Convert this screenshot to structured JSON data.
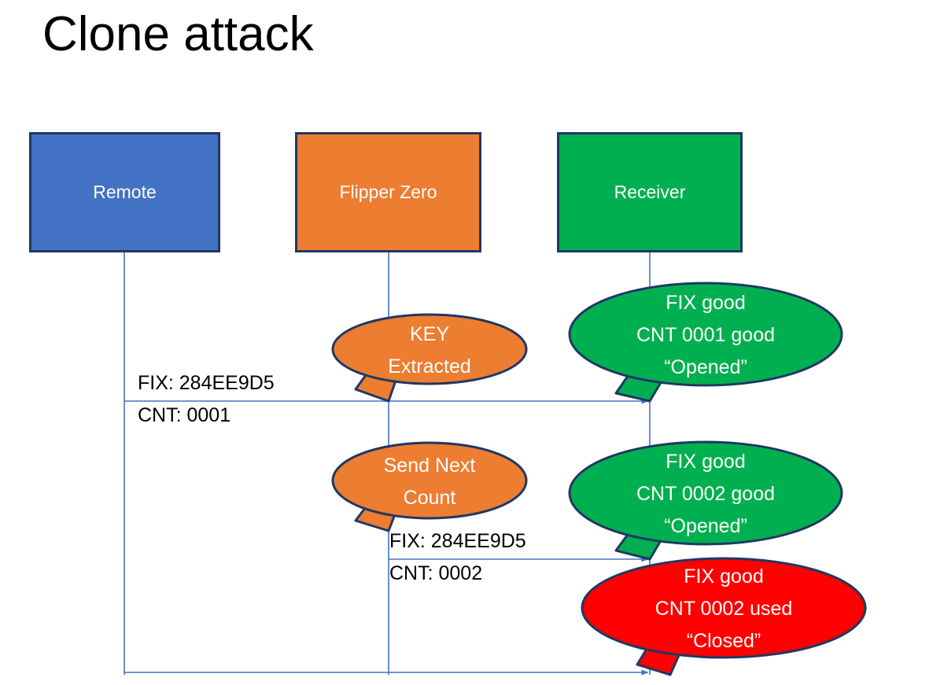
{
  "slide": {
    "title": "Clone attack",
    "background_color": "#ffffff"
  },
  "colors": {
    "remote_fill": "#4472c4",
    "flipper_fill": "#ed7d31",
    "receiver_fill": "#00b050",
    "alert_fill": "#ff0000",
    "shape_outline": "#1f3864",
    "lifeline": "#4472c4",
    "arrow": "#4472c4",
    "text_dark": "#000000",
    "text_light": "#ffffff"
  },
  "actors": [
    {
      "id": "remote",
      "label": "Remote",
      "fill": "#4472c4"
    },
    {
      "id": "flipper",
      "label": "Flipper Zero",
      "fill": "#ed7d31"
    },
    {
      "id": "receiver",
      "label": "Receiver",
      "fill": "#00b050"
    }
  ],
  "messages": [
    {
      "id": "msg-1",
      "from": "remote",
      "to": "receiver",
      "line1": "FIX: 284EE9D5",
      "line2": "CNT: 0001"
    },
    {
      "id": "msg-2",
      "from": "flipper",
      "to": "receiver",
      "line1": "FIX: 284EE9D5",
      "line2": "CNT: 0002"
    },
    {
      "id": "msg-3",
      "from": "remote",
      "to": "receiver",
      "line1": "",
      "line2": ""
    }
  ],
  "callouts": [
    {
      "id": "key-extracted",
      "actor": "flipper",
      "fill": "#ed7d31",
      "lines": [
        "KEY",
        "Extracted"
      ]
    },
    {
      "id": "receiver-cnt-0001-opened",
      "actor": "receiver",
      "fill": "#00b050",
      "lines": [
        "FIX good",
        "CNT 0001 good",
        "“Opened”"
      ]
    },
    {
      "id": "send-next-count",
      "actor": "flipper",
      "fill": "#ed7d31",
      "lines": [
        "Send Next",
        "Count"
      ]
    },
    {
      "id": "receiver-cnt-0002-opened",
      "actor": "receiver",
      "fill": "#00b050",
      "lines": [
        "FIX good",
        "CNT 0002 good",
        "“Opened”"
      ]
    },
    {
      "id": "receiver-cnt-0002-used-closed",
      "actor": "receiver",
      "fill": "#ff0000",
      "lines": [
        "FIX good",
        "CNT 0002 used",
        "“Closed”"
      ]
    }
  ]
}
